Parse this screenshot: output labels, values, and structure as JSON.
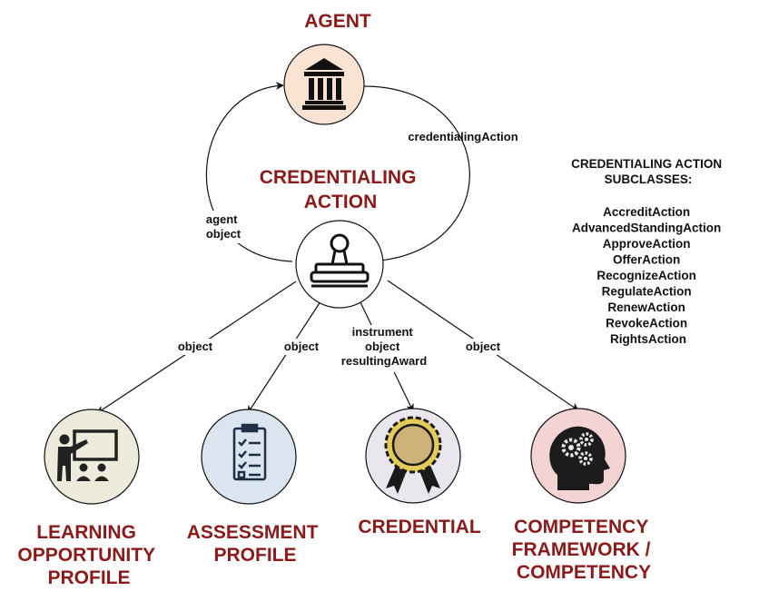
{
  "colors": {
    "title_red": "#8b1a1a",
    "agent_fill": "#fbe3d4",
    "action_fill": "#ffffff",
    "learning_fill": "#ecebdc",
    "assessment_fill": "#dbe5ef",
    "credential_fill": "#e9e6ee",
    "competency_fill": "#f3d3d3"
  },
  "nodes": {
    "agent": {
      "title": [
        "AGENT"
      ],
      "icon": "institution-building-icon"
    },
    "action": {
      "title": [
        "CREDENTIALING",
        "ACTION"
      ],
      "icon": "rubber-stamp-icon"
    },
    "learning": {
      "title": [
        "LEARNING",
        "OPPORTUNITY",
        "PROFILE"
      ],
      "icon": "teacher-presentation-icon"
    },
    "assessment": {
      "title": [
        "ASSESSMENT",
        "PROFILE"
      ],
      "icon": "clipboard-checklist-icon"
    },
    "credential": {
      "title": [
        "CREDENTIAL"
      ],
      "icon": "award-badge-icon"
    },
    "competency": {
      "title": [
        "COMPETENCY",
        "FRAMEWORK /",
        "COMPETENCY"
      ],
      "icon": "head-gears-icon"
    }
  },
  "edges": {
    "agent_to_action": [
      "credentialingAction"
    ],
    "action_to_agent": [
      "agent",
      "object"
    ],
    "to_learning": [
      "object"
    ],
    "to_assessment": [
      "object"
    ],
    "to_credential": [
      "instrument",
      "object",
      "resultingAward"
    ],
    "to_competency": [
      "object"
    ]
  },
  "subclasses": {
    "heading": [
      "CREDENTIALING ACTION",
      "SUBCLASSES:"
    ],
    "items": [
      "AccreditAction",
      "AdvancedStandingAction",
      "ApproveAction",
      "OfferAction",
      "RecognizeAction",
      "RegulateAction",
      "RenewAction",
      "RevokeAction",
      "RightsAction"
    ]
  }
}
